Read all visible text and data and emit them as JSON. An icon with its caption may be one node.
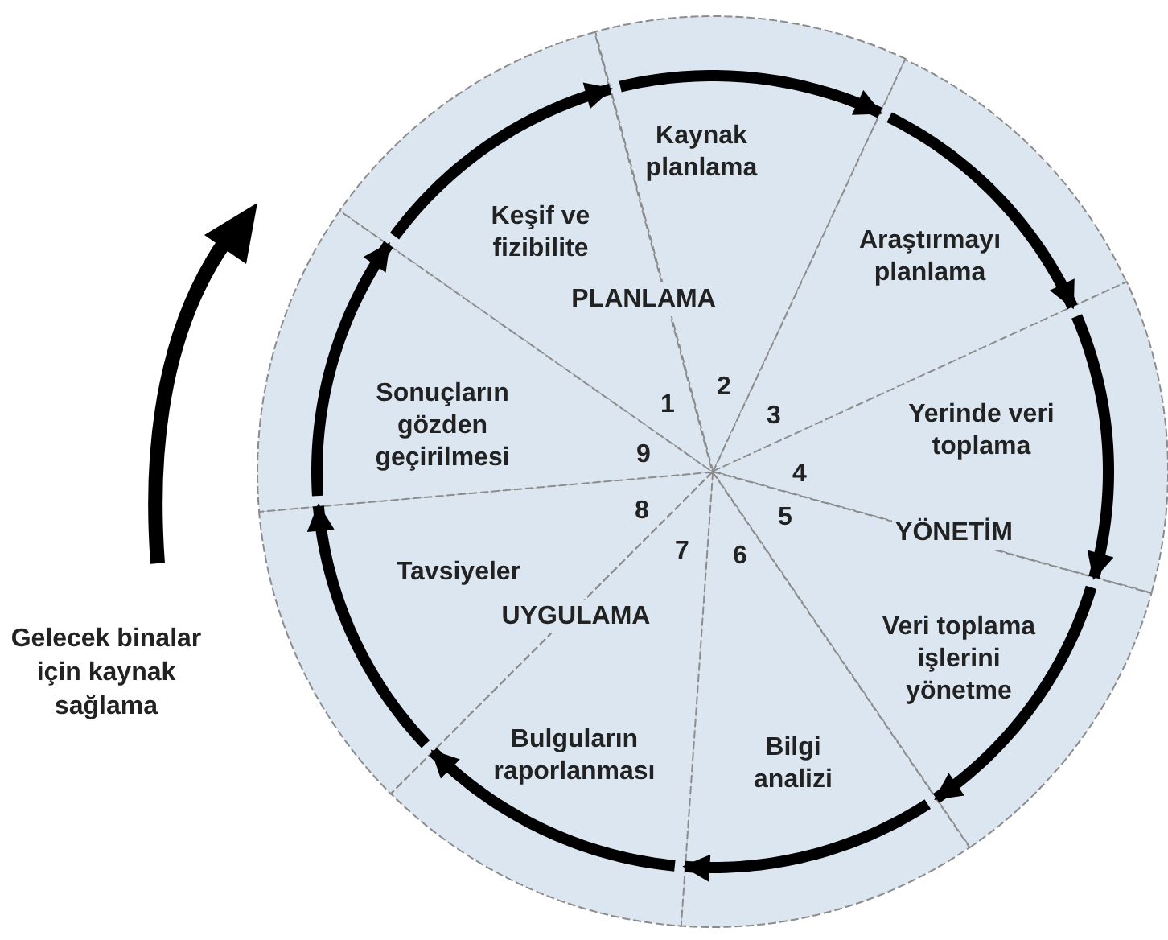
{
  "diagram": {
    "nodes": [
      {
        "text": [
          "Keşif ve fizibilite",
          "1"
        ]
      },
      {
        "text": [
          "Kaynak planlama",
          "2"
        ]
      },
      {
        "text": [
          "Araştırmayı planlama",
          "3"
        ]
      },
      {
        "text": [
          "Yerinde veri toplama",
          "4"
        ]
      },
      {
        "text": [
          "Veri toplama işlerini yönetme",
          "5"
        ]
      },
      {
        "text": [
          "Bilgi analizi",
          "6"
        ]
      },
      {
        "text": [
          "Bulguların raporlanması",
          "7"
        ]
      },
      {
        "text": [
          "Tavsiyeler",
          "8"
        ]
      },
      {
        "text": [
          "Sonuçların gözden geçirilmesi",
          "9"
        ]
      }
    ],
    "edges": [
      {
        "from": 0,
        "to": 1,
        "arrow": "to"
      },
      {
        "from": 1,
        "to": 2,
        "arrow": "to"
      },
      {
        "from": 2,
        "to": 3,
        "arrow": "to"
      },
      {
        "from": 3,
        "to": 4,
        "arrow": "to"
      },
      {
        "from": 4,
        "to": 5,
        "arrow": "to"
      },
      {
        "from": 5,
        "to": 6,
        "arrow": "to"
      },
      {
        "from": 6,
        "to": 7,
        "arrow": "to"
      },
      {
        "from": 7,
        "to": 8,
        "arrow": "to"
      },
      {
        "from": 8,
        "to": 0,
        "arrow": "to"
      }
    ],
    "labels": [
      "PLANLAMA",
      "YÖNETİM",
      "UYGULAMA",
      "Gelecek binalar için kaynak sağlama"
    ]
  }
}
